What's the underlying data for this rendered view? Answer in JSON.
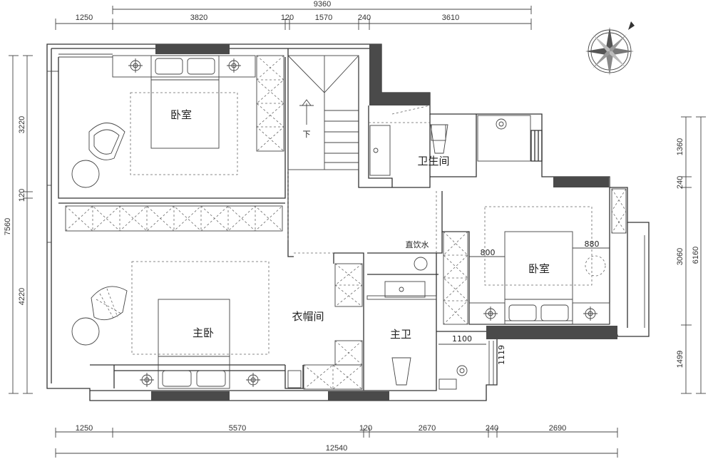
{
  "dimensions": {
    "top_total": "9360",
    "top_segments": [
      "1250",
      "3820",
      "120",
      "1570",
      "240",
      "3610"
    ],
    "bottom_segments": [
      "1250",
      "5570",
      "120",
      "2670",
      "240",
      "2690"
    ],
    "bottom_total": "12540",
    "left_total": "7560",
    "left_segments": [
      "3220",
      "120",
      "4220"
    ],
    "right_total": "6160",
    "right_segments": [
      "1360",
      "240",
      "3060",
      "1499"
    ],
    "interior": [
      "800",
      "880",
      "1100",
      "1119"
    ]
  },
  "rooms": {
    "bedroom_nw": "卧室",
    "bathroom": "卫生间",
    "bedroom_east": "卧室",
    "master_bedroom": "主卧",
    "cloakroom": "衣帽间",
    "master_bath": "主卫",
    "water_dispenser": "直饮水",
    "stair_down": "下"
  }
}
